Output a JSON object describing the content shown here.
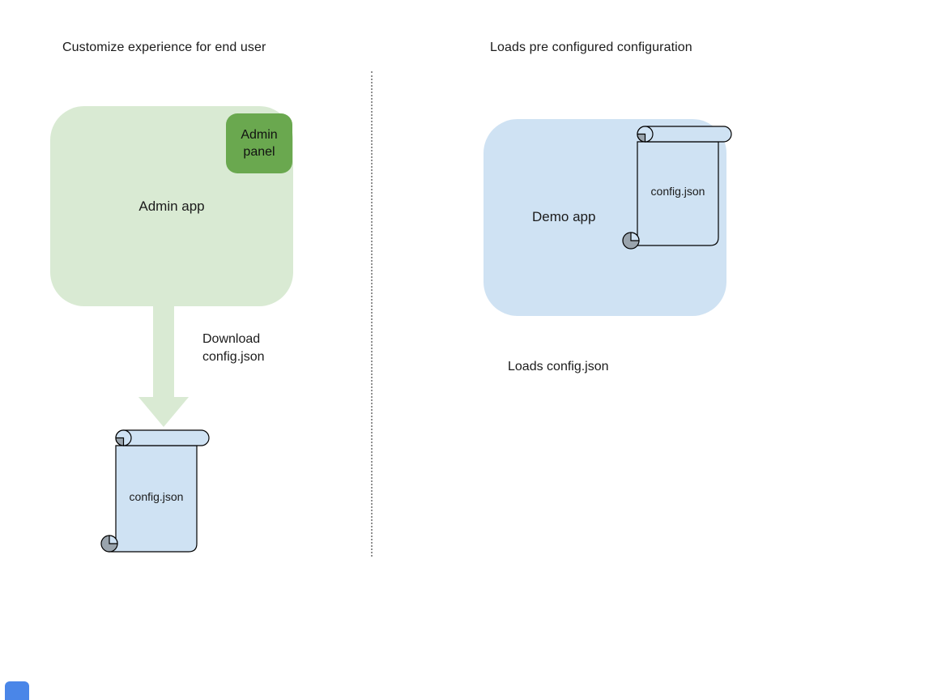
{
  "diagram": {
    "left": {
      "title": "Customize experience for end user",
      "app_label": "Admin app",
      "panel_line1": "Admin",
      "panel_line2": "panel",
      "arrow_line1": "Download",
      "arrow_line2": "config.json",
      "scroll_label": "config.json"
    },
    "right": {
      "title": "Loads pre configured configuration",
      "app_label": "Demo app",
      "scroll_label": "config.json",
      "caption": "Loads config.json"
    }
  },
  "colors": {
    "admin_app_fill": "#d9ead3",
    "admin_panel_fill": "#6aa84f",
    "demo_app_fill": "#cfe2f3",
    "scroll_fill": "#cfe2f3",
    "scroll_shade_fill": "#9aa4ad",
    "arrow_fill": "#d9ead3",
    "divider_color": "#8f8f8f",
    "corner_square_fill": "#4a86e8",
    "text_color": "#1b1b1b",
    "outline_color": "#000000"
  }
}
